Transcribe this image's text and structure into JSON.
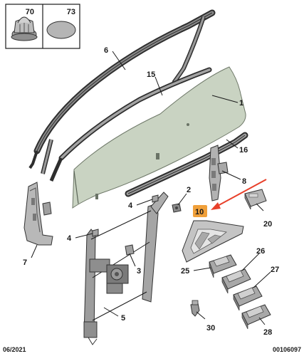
{
  "inset": {
    "labels": [
      "70",
      "73"
    ]
  },
  "callouts": {
    "n1": "1",
    "n2": "2",
    "n3": "3",
    "n4a": "4",
    "n4b": "4",
    "n5": "5",
    "n6": "6",
    "n7": "7",
    "n8": "8",
    "n10": "10",
    "n15": "15",
    "n16": "16",
    "n20": "20",
    "n25": "25",
    "n26": "26",
    "n27": "27",
    "n28": "28",
    "n30": "30"
  },
  "highlight": {
    "part": "10",
    "color": "#f0a03a",
    "arrow_color": "#e8402a"
  },
  "footer": {
    "date": "06/2021",
    "code": "00106097"
  }
}
